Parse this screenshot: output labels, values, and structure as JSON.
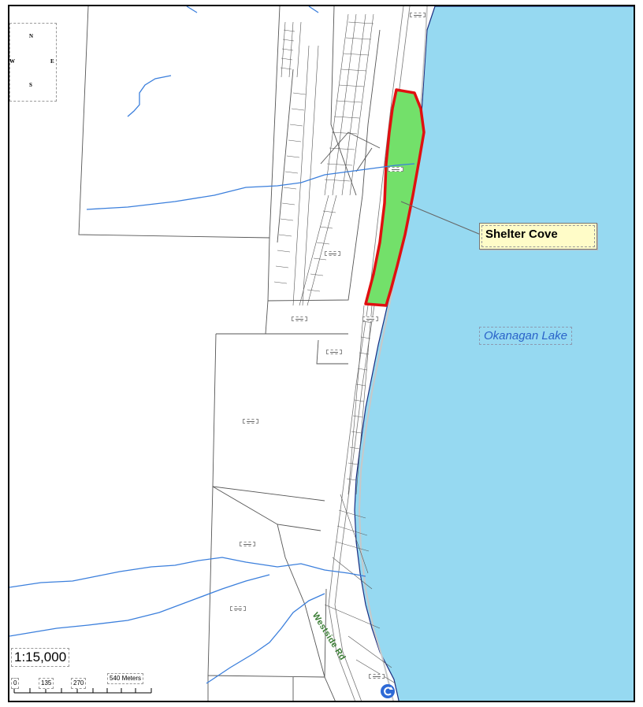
{
  "map": {
    "features": {
      "highlighted_parcel": {
        "label": "Shelter Cove",
        "fill": "#73e06a",
        "stroke": "#e01010"
      },
      "water_body": {
        "label": "Okanagan Lake",
        "fill": "#96d9f1"
      },
      "road": {
        "label": "Westside Rd"
      }
    },
    "scale": {
      "ratio": "1:15,000",
      "ticks": [
        "0",
        "135",
        "270",
        "540 Meters"
      ]
    },
    "compass": {
      "north": "N",
      "south": "S",
      "east": "E",
      "west": "W"
    },
    "colors": {
      "stream": "#3b7fdc",
      "parcel_line": "#555555",
      "label_text": "#2a63c9",
      "road_label": "#3a7d34"
    }
  }
}
